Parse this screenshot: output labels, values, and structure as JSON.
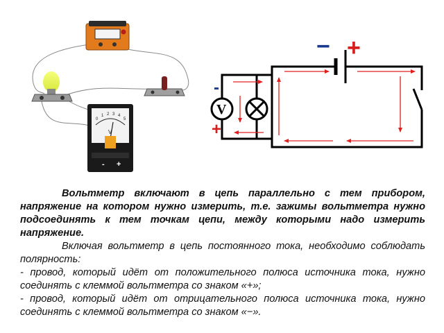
{
  "illustration": {
    "voltmeter_scale_numbers": [
      "0",
      "1",
      "2",
      "3",
      "4",
      "5"
    ],
    "voltmeter_unit": "V",
    "voltmeter_minus": "-",
    "voltmeter_plus": "+",
    "circuit_battery_minus": "−",
    "circuit_battery_plus": "+",
    "circuit_meter_minus": "-",
    "circuit_meter_plus": "+",
    "circuit_meter_letter": "V"
  },
  "text": {
    "paragraph1": "Вольтметр включают в цепь параллельно с тем прибором, напряжение на котором нужно измерить, т.е. зажимы вольтметра нужно подсоединять к тем точкам цепи, между которыми надо измерить напряжение.",
    "paragraph2": "Включая вольтметр в цепь постоянного тока, необходимо соблюдать полярность:",
    "item1": "- провод, который идёт от положительного полюса источника тока, нужно соединять с клеммой вольтметра со знаком «+»;",
    "item2": "- провод, который идёт от отрицательного полюса источника тока, нужно соединять с клеммой вольтметра со знаком «−»."
  },
  "colors": {
    "wire": "#000000",
    "arrows": "#e02020",
    "minus_sign": "#1a3a8c",
    "plus_sign": "#d62020"
  }
}
